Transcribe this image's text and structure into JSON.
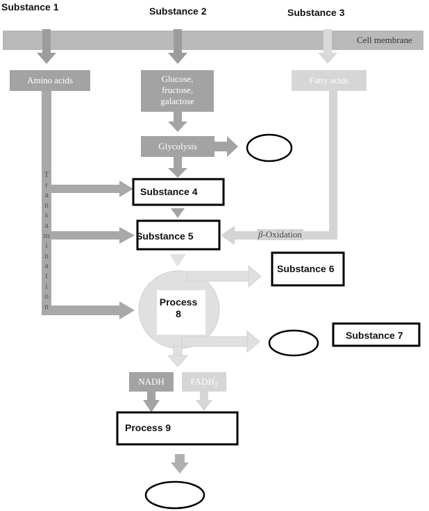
{
  "substances": {
    "s1": "Substance 1",
    "s2": "Substance 2",
    "s3": "Substance 3",
    "s4": "Substance 4",
    "s5": "Substance 5",
    "s6": "Substance 6",
    "s7": "Substance 7"
  },
  "membrane": {
    "label": "Cell membrane"
  },
  "nutrients": {
    "amino": "Amino acids",
    "sugars": [
      "Glucose,",
      "fructose,",
      "galactose"
    ],
    "fatty": "Fatty acids"
  },
  "pathways": {
    "glycolysis": "Glycolysis",
    "beta_prefix": "β",
    "beta_rest": "-Oxidation",
    "transamination": [
      "T",
      "r",
      "a",
      "n",
      "s",
      "a",
      "m",
      "i",
      "n",
      "a",
      "t",
      "i",
      "o",
      "n"
    ]
  },
  "processes": {
    "p8_line1": "Process",
    "p8_line2": "8",
    "p9": "Process 9"
  },
  "carriers": {
    "nadh": "NADH",
    "fadh_main": "FADH",
    "fadh_sub": "2"
  },
  "colors": {
    "membrane": "#b9b9b9",
    "grey_mid": "#a0a0a0",
    "grey_light": "#cfcfcf",
    "grey_pale": "#e2e2e2",
    "outline": "#000000"
  }
}
